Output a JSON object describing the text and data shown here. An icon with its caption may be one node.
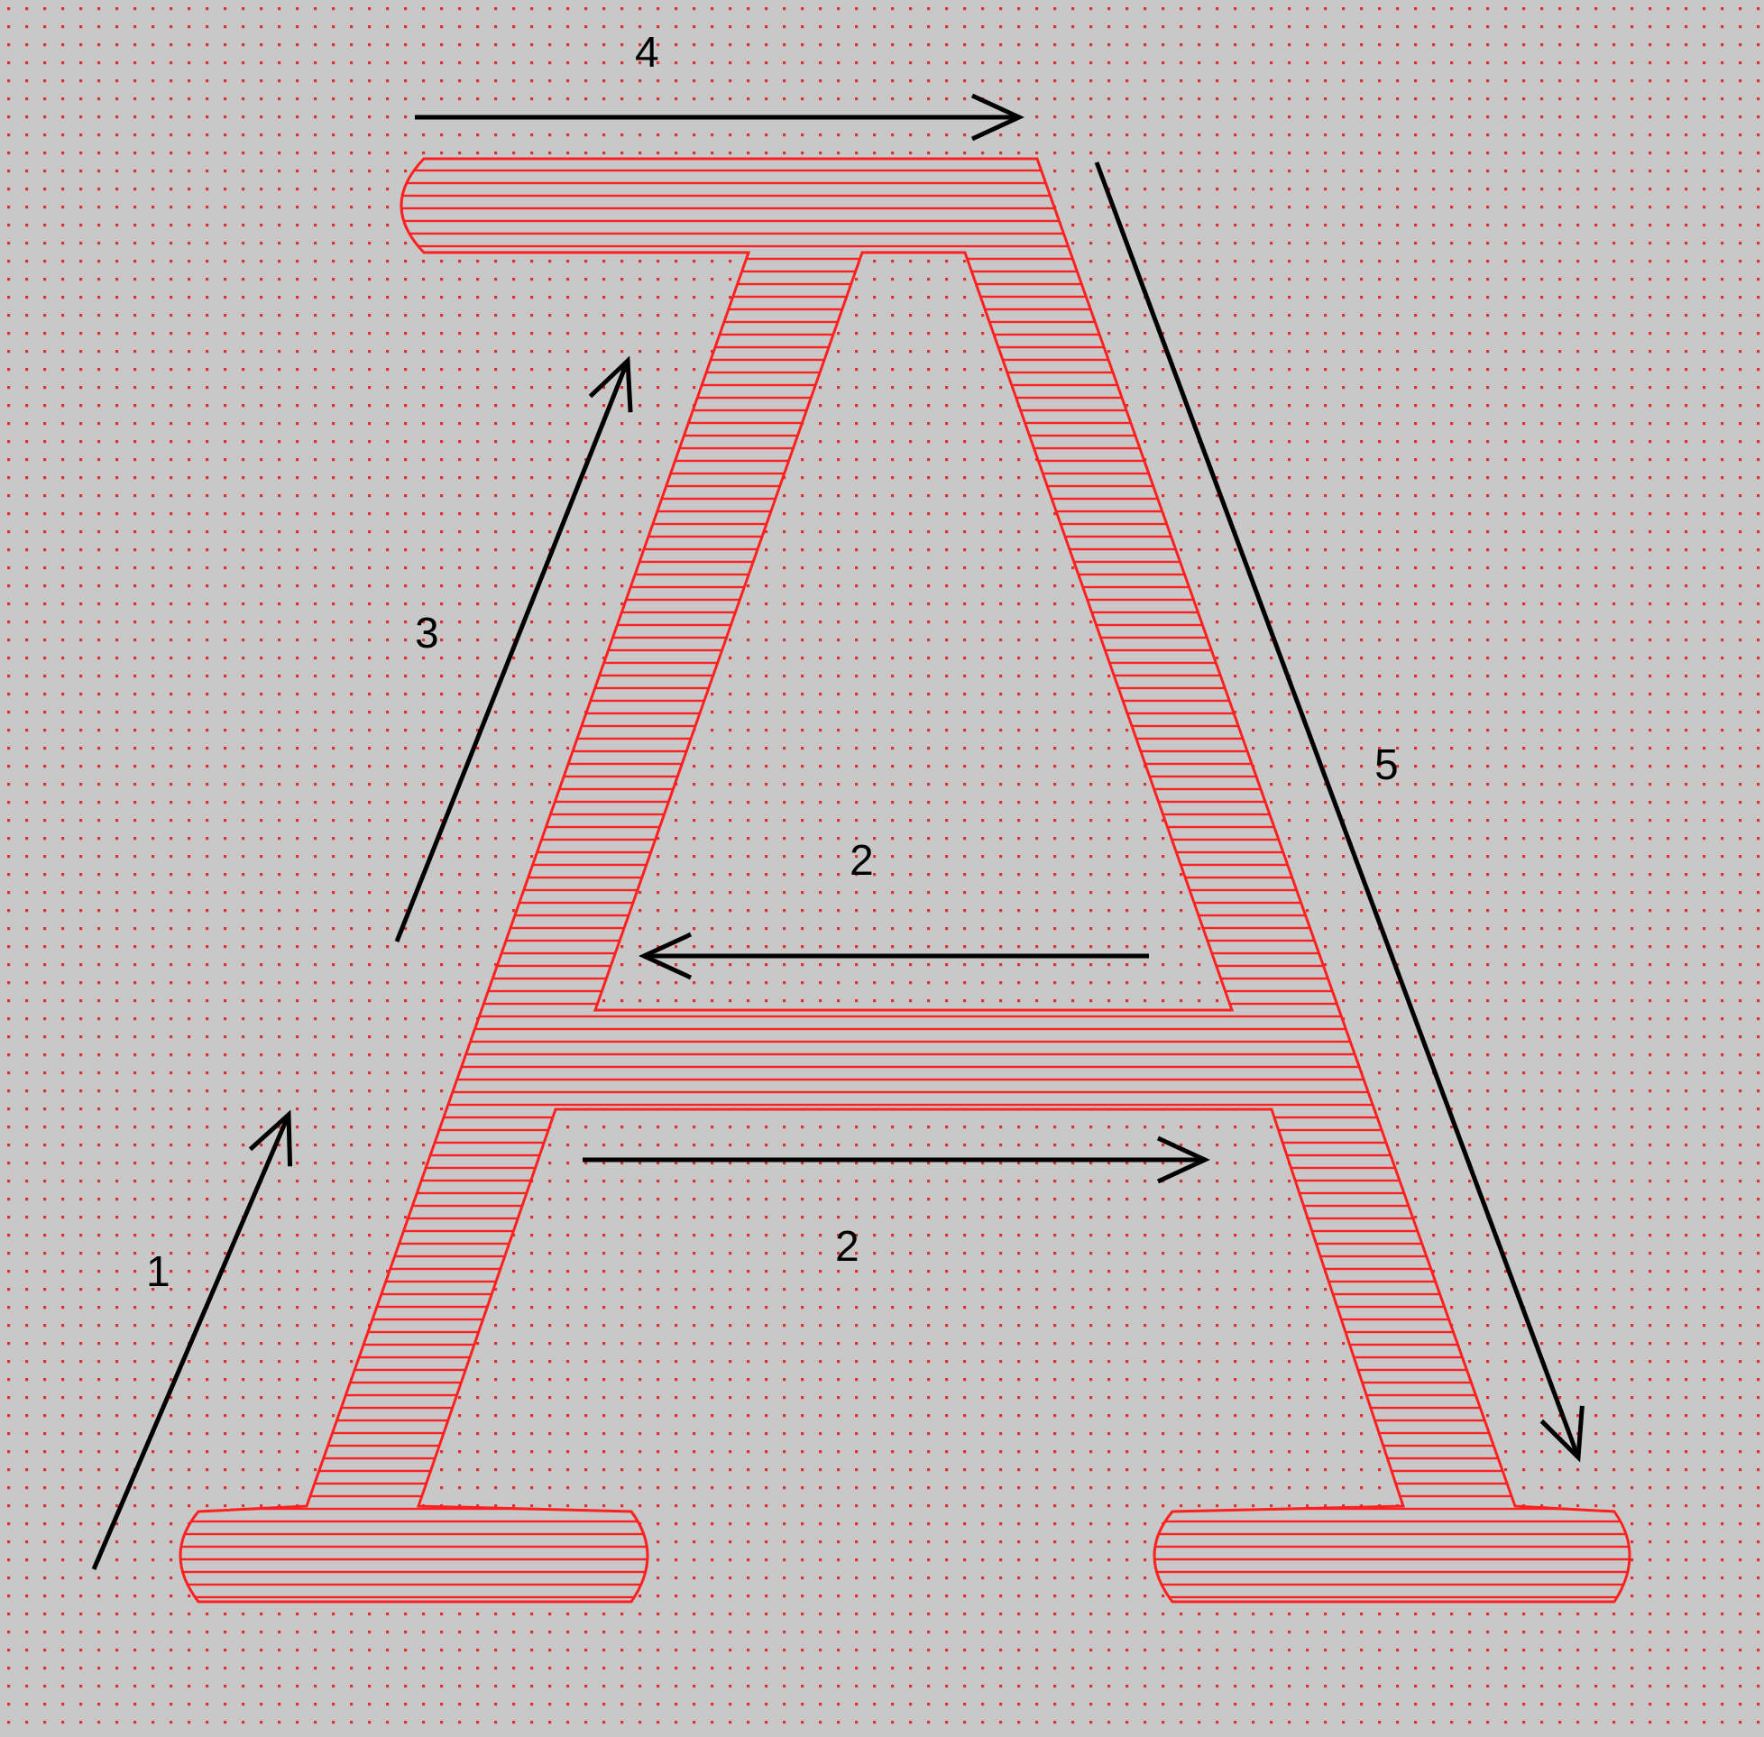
{
  "diagram": {
    "labels": [
      "4",
      "3",
      "5",
      "2",
      "2",
      "1"
    ]
  }
}
